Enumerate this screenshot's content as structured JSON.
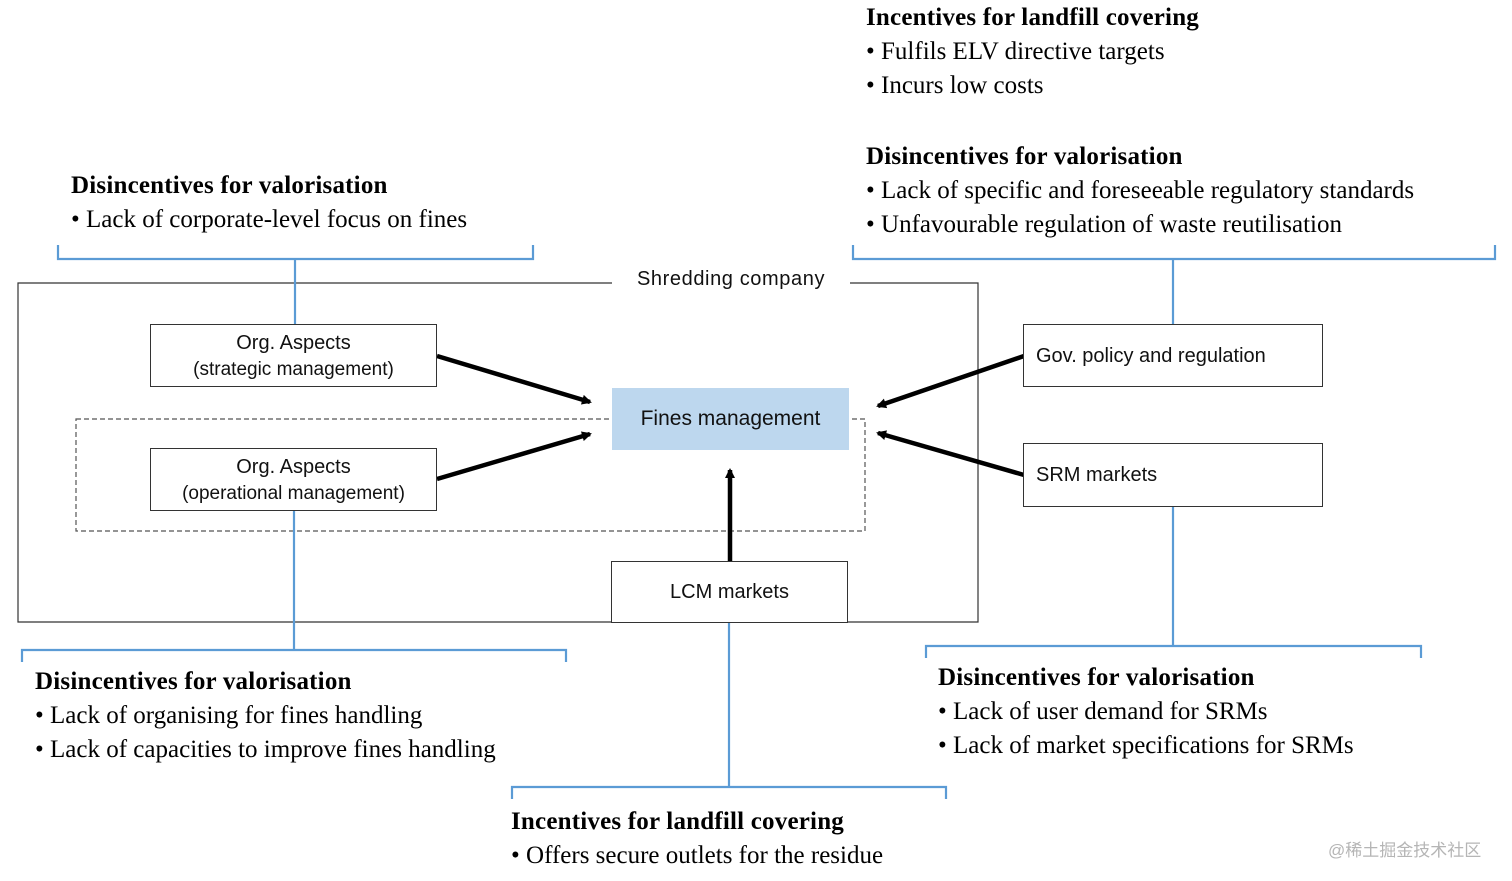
{
  "top_right": {
    "title": "Incentives for landfill covering",
    "items": [
      "Fulfils ELV directive targets",
      "Incurs low costs"
    ]
  },
  "upper_right": {
    "title": "Disincentives for valorisation",
    "items": [
      "Lack of specific and foreseeable regulatory standards",
      "Unfavourable regulation of waste reutilisation"
    ]
  },
  "upper_left": {
    "title": "Disincentives for valorisation",
    "items": [
      "Lack of corporate-level focus on fines"
    ]
  },
  "lower_left": {
    "title": "Disincentives for valorisation",
    "items": [
      "Lack of organising for fines handling",
      "Lack of capacities to improve fines handling"
    ]
  },
  "lower_right": {
    "title": "Disincentives for valorisation",
    "items": [
      "Lack of user demand for SRMs",
      "Lack of market specifications for SRMs"
    ]
  },
  "bottom_center": {
    "title": "Incentives for landfill covering",
    "items": [
      "Offers secure outlets for the residue"
    ]
  },
  "nodes": {
    "shredding_company": "Shredding company",
    "org_strategic": {
      "line1": "Org. Aspects",
      "line2": "(strategic management)"
    },
    "org_operational": {
      "line1": "Org. Aspects",
      "line2": "(operational management)"
    },
    "fines_management": "Fines management",
    "gov_policy": "Gov. policy and regulation",
    "srm_markets": "SRM markets",
    "lcm_markets": "LCM markets"
  },
  "bullet_glyph": "•",
  "watermark": "@稀土掘金技术社区",
  "colors": {
    "bracket": "#5b9bd5",
    "fines_fill": "#bdd7ee",
    "arrow": "#000000"
  }
}
